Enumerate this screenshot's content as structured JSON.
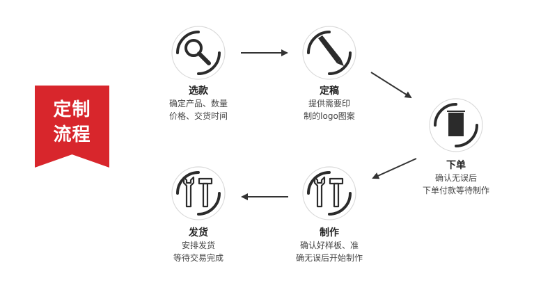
{
  "banner": {
    "line1": "定制",
    "line2": "流程"
  },
  "steps": {
    "select": {
      "title": "选款",
      "line1": "确定产品、数量",
      "line2": "价格、交货时间",
      "icon": "magnifier-icon"
    },
    "finalize": {
      "title": "定稿",
      "line1": "提供需要印",
      "line2": "制的logo图案",
      "icon": "marker-pen-icon"
    },
    "order": {
      "title": "下单",
      "line1": "确认无误后",
      "line2": "下单付款等待制作",
      "icon": "flag-icon"
    },
    "produce": {
      "title": "制作",
      "line1": "确认好样板、准",
      "line2": "确无误后开始制作",
      "icon": "tools-icon"
    },
    "ship": {
      "title": "发货",
      "line1": "安排发货",
      "line2": "等待交易完成",
      "icon": "tools-icon"
    }
  },
  "colors": {
    "accent": "#d8262c",
    "ink": "#333333",
    "ring": "#2b2b2b"
  }
}
